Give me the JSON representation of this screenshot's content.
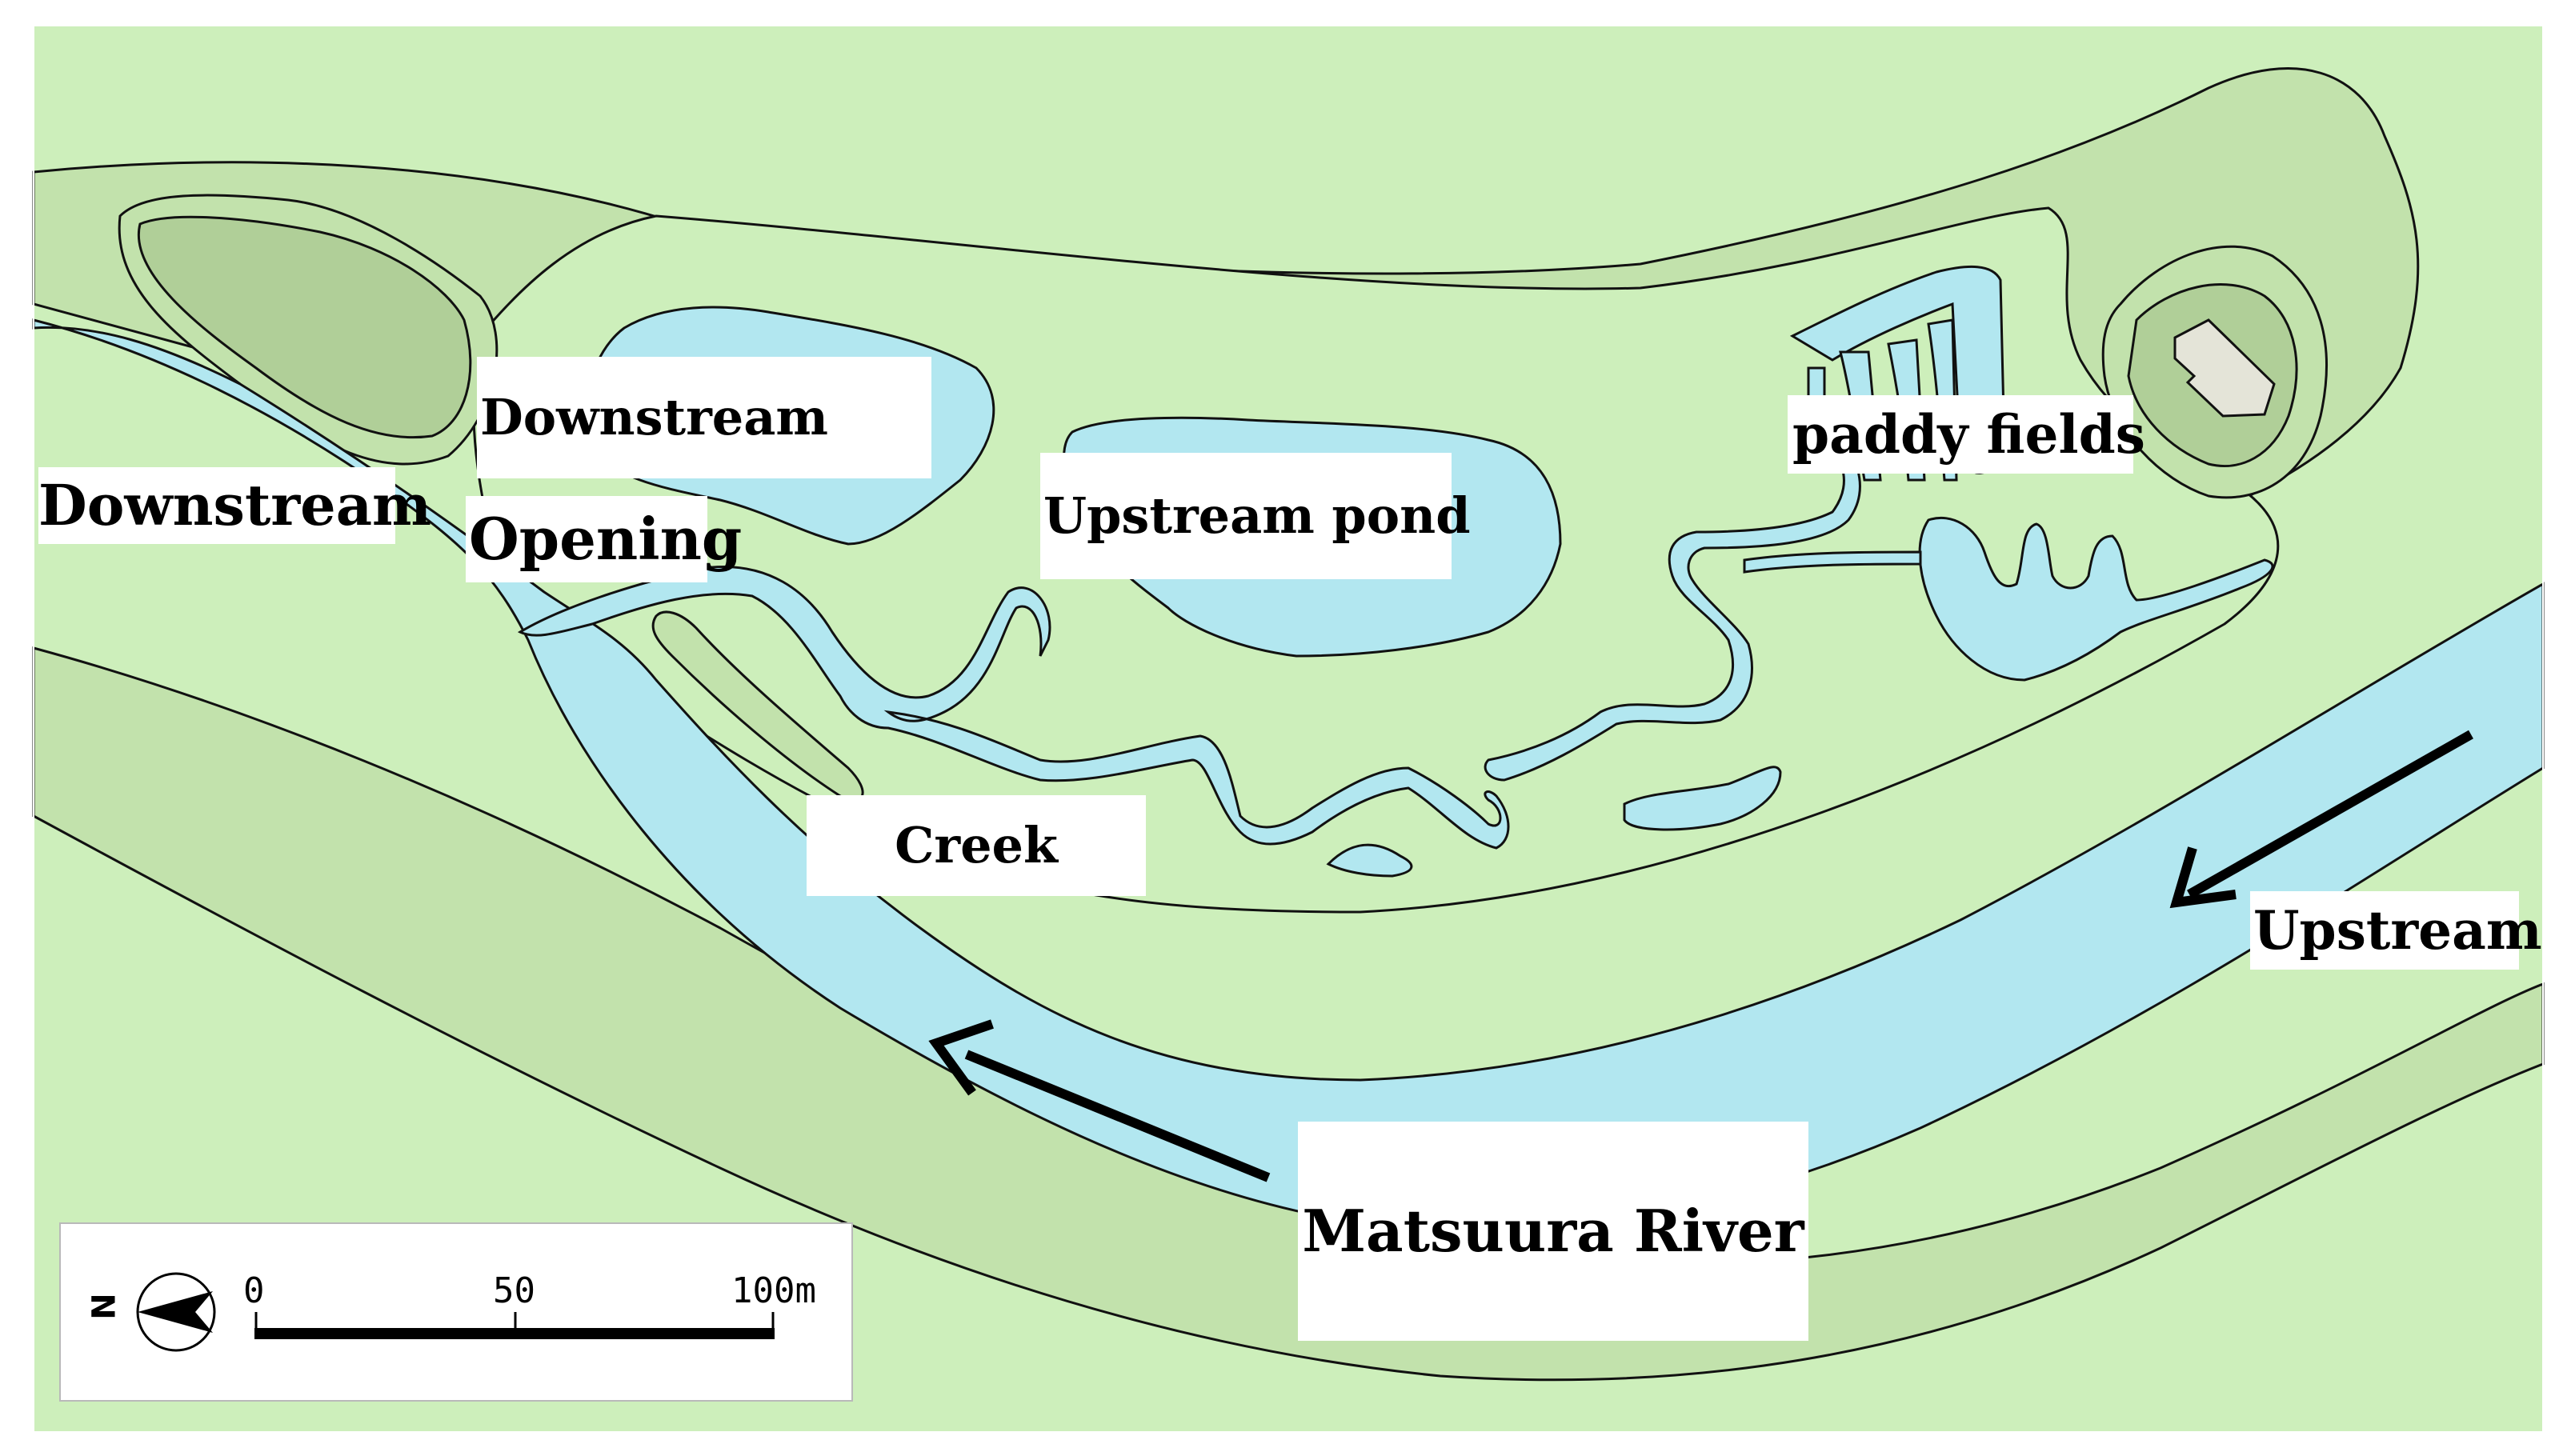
{
  "labels": {
    "downstream_left": "Downstream",
    "downstream_pond": "Downstream",
    "opening": "Opening",
    "upstream_pond": "Upstream pond",
    "paddy_fields": "paddy fields",
    "creek": "Creek",
    "upstream_right": "Upstream",
    "river": "Matsuura River"
  },
  "scale_bar": {
    "ticks": [
      "0",
      "50",
      "100m"
    ],
    "north_symbol": "N",
    "north_icon": "north-arrow-icon"
  },
  "colors": {
    "land": "#cdefbb",
    "bank": "#c2e2ac",
    "hill": "#b0cf98",
    "water": "#b2e7f0",
    "building": "#e4e4d8",
    "outline": "#111111"
  }
}
